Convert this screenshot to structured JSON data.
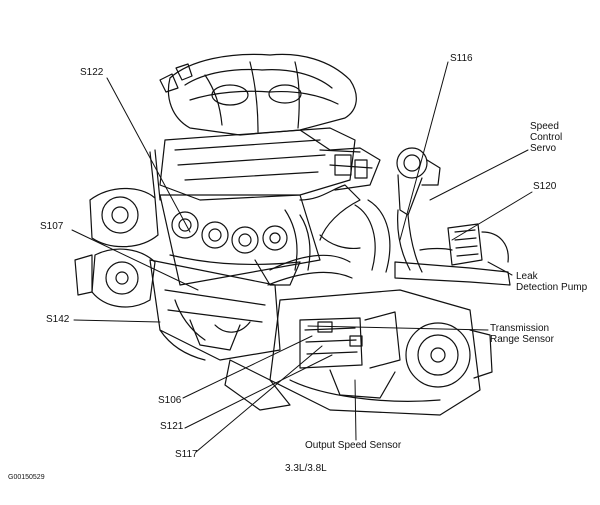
{
  "labels": {
    "s122": "S122",
    "s116": "S116",
    "speed_control_l1": "Speed",
    "speed_control_l2": "Control",
    "speed_control_l3": "Servo",
    "s120": "S120",
    "s107": "S107",
    "leak_l1": "Leak",
    "leak_l2": "Detection Pump",
    "s142": "S142",
    "trs_l1": "Transmission",
    "trs_l2": "Range Sensor",
    "s106": "S106",
    "s121": "S121",
    "s117": "S117",
    "output_speed": "Output Speed Sensor",
    "engine": "3.3L/3.8L",
    "figure_id": "G00150529"
  },
  "colors": {
    "ink": "#111111",
    "background": "#ffffff"
  }
}
